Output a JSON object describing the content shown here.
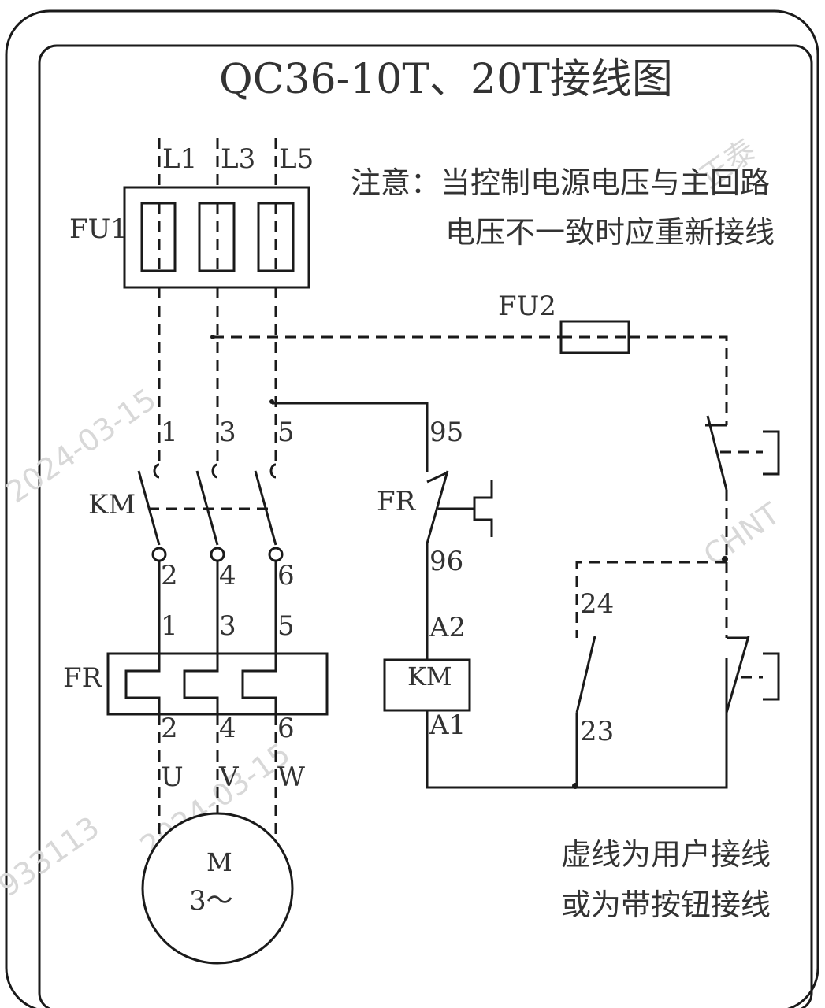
{
  "title": "QC36-10T、20T接线图",
  "note": {
    "line1": "注意：当控制电源电压与主回路",
    "line2": "电压不一致时应重新接线"
  },
  "footer_note": {
    "line1": "虚线为用户接线",
    "line2": "或为带按钮接线"
  },
  "watermarks": [
    "2024-03-15",
    "2024-03-15",
    "933113",
    "CHNT",
    "正泰"
  ],
  "labels": {
    "L1": "L1",
    "L3": "L3",
    "L5": "L5",
    "FU1": "FU1",
    "FU2": "FU2",
    "km_in_1": "1",
    "km_in_3": "3",
    "km_in_5": "5",
    "KM": "KM",
    "km_out_2": "2",
    "km_out_4": "4",
    "km_out_6": "6",
    "fr_in_1": "1",
    "fr_in_3": "3",
    "fr_in_5": "5",
    "FR": "FR",
    "fr_out_2": "2",
    "fr_out_4": "4",
    "fr_out_6": "6",
    "U": "U",
    "V": "V",
    "W": "W",
    "motor_M": "M",
    "motor_3": "3～",
    "c95": "95",
    "FR_aux": "FR",
    "c96": "96",
    "A2": "A2",
    "KM_coil": "KM",
    "A1": "A1",
    "c24": "24",
    "c23": "23"
  }
}
